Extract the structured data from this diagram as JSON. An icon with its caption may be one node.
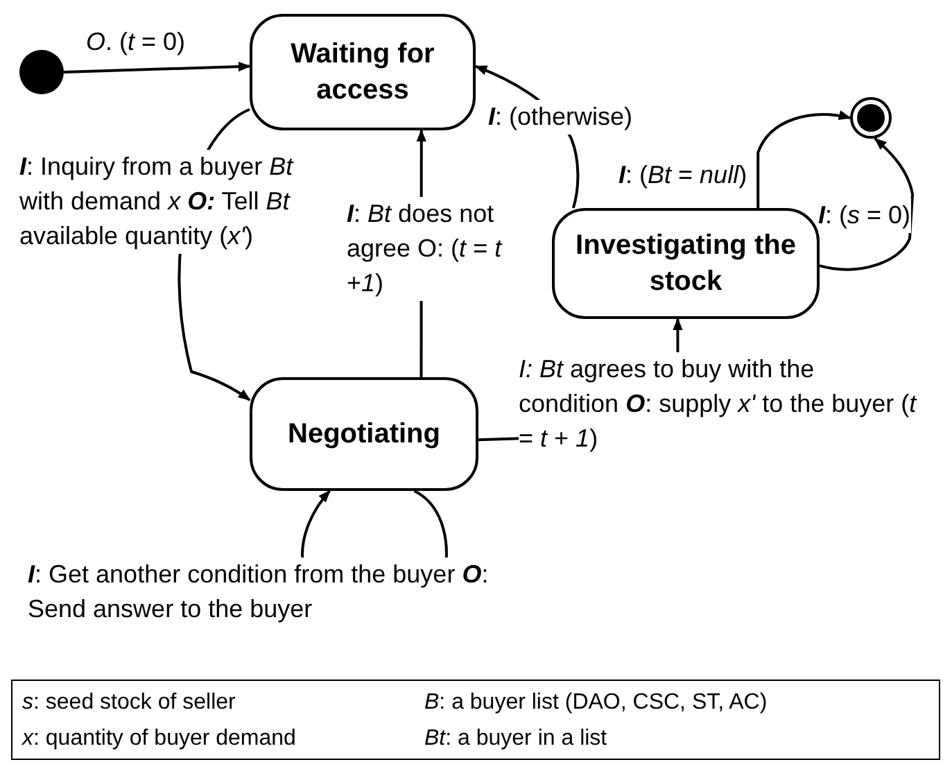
{
  "diagram": {
    "nodes": [
      {
        "text": [],
        "shape": "circle"
      },
      {
        "text": [
          "Waiting for access"
        ]
      },
      {
        "text": [
          "Negotiating"
        ]
      },
      {
        "text": [
          "Investigating the stock"
        ]
      },
      {
        "text": [],
        "shape": "bullseye"
      }
    ],
    "edges": [
      {
        "from": 0,
        "to": 1,
        "arrow": "to",
        "label": "*O*. (*t* = 0)"
      },
      {
        "from": 1,
        "to": 2,
        "arrow": "to",
        "label": "**I**: Inquiry from a buyer *Bt* with demand *x* **O:** Tell *Bt* available quantity (*x'*)"
      },
      {
        "from": 2,
        "to": 1,
        "arrow": "to",
        "label": "**I**: *Bt* does not agree O: (*t* = *t* +*1*)"
      },
      {
        "from": 2,
        "to": 3,
        "arrow": "to",
        "label": "*I: Bt* agrees to buy with the condition **O**: supply *x'* to the buyer (*t* = *t* + *1*)"
      },
      {
        "from": 3,
        "to": 1,
        "arrow": "to",
        "label": "**I**: (otherwise)"
      },
      {
        "from": 3,
        "to": 4,
        "arrow": "to",
        "label": "**I**: (*Bt* = *null*)"
      },
      {
        "from": 3,
        "to": 4,
        "arrow": "to",
        "label": "**I**: (*s* = 0)"
      },
      {
        "from": 2,
        "to": 2,
        "arrow": "to",
        "label": "**I**: Get another condition from the buyer **O**: Send answer to the buyer"
      }
    ],
    "labels": [
      "*s*: seed stock of seller",
      "*B*: a buyer list (DAO, CSC, ST, AC)",
      "*x*: quantity of buyer demand",
      "*Bt*: a buyer in a list"
    ]
  }
}
